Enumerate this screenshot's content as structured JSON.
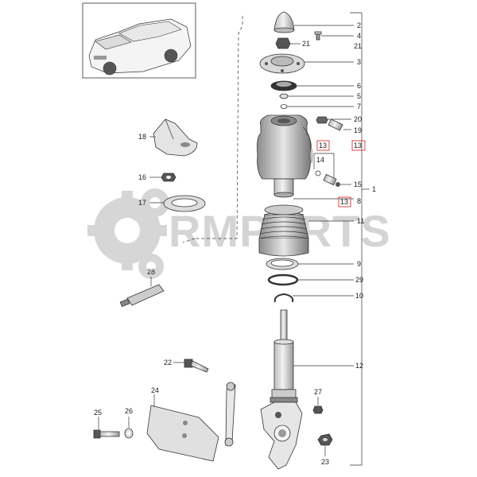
{
  "watermark": {
    "text": "RMPARTS"
  },
  "callouts": {
    "c1": "1",
    "c2": "2",
    "c3": "3",
    "c4": "4",
    "c5": "5",
    "c6": "6",
    "c7": "7",
    "c8": "8",
    "c9": "9",
    "c10": "10",
    "c11": "11",
    "c12": "12",
    "c13a": "13",
    "c13b": "13",
    "c13c": "13",
    "c14": "14",
    "c15": "15",
    "c16": "16",
    "c17": "17",
    "c18": "18",
    "c19": "19",
    "c20": "20",
    "c21a": "21",
    "c21b": "21",
    "c22": "22",
    "c23": "23",
    "c24": "24",
    "c25": "25",
    "c26": "26",
    "c27": "27",
    "c28": "28",
    "c29": "29"
  },
  "colors": {
    "highlight_box": "#d33333",
    "watermark": "#d0d0d0"
  }
}
